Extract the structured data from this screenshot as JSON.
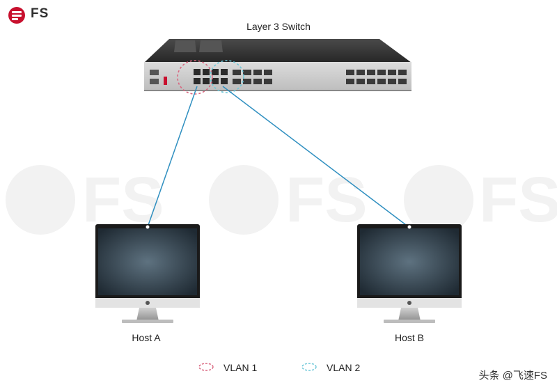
{
  "brand": {
    "name": "FS"
  },
  "diagram": {
    "title": "Layer 3 Switch",
    "hosts": [
      {
        "label": "Host A"
      },
      {
        "label": "Host B"
      }
    ],
    "legend": [
      {
        "label": "VLAN 1",
        "color": "#d9657f"
      },
      {
        "label": "VLAN 2",
        "color": "#6cc7d8"
      }
    ],
    "link_color": "#2f8fc0"
  },
  "credit": "头条 @飞速FS"
}
